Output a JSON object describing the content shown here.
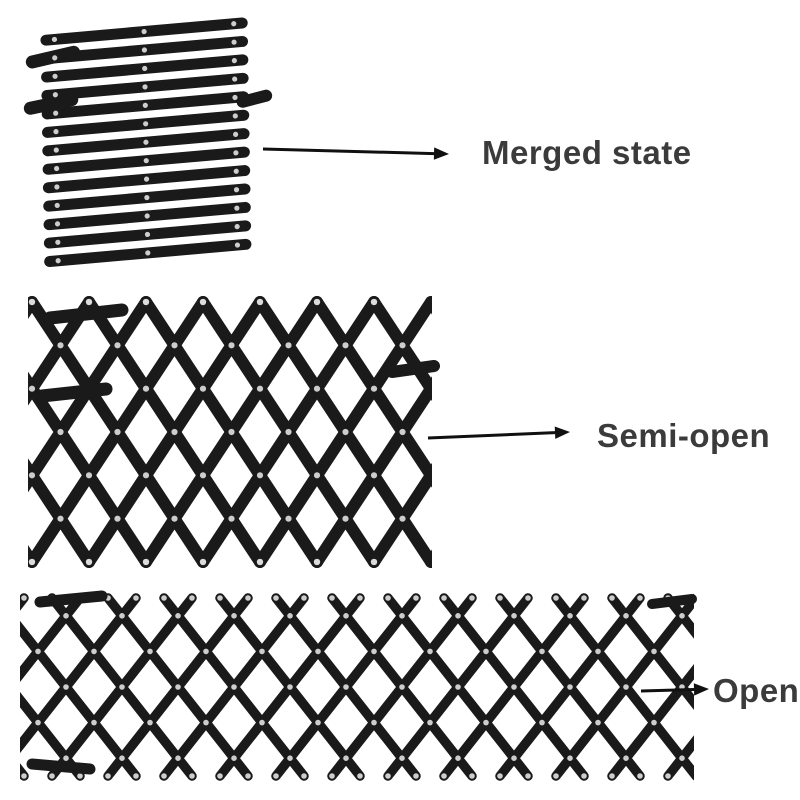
{
  "figure": {
    "states": [
      {
        "label": "Merged state"
      },
      {
        "label": "Semi-open"
      },
      {
        "label": "Open"
      }
    ]
  },
  "icons": {
    "arrow_1": "arrow-right-icon",
    "arrow_2": "arrow-right-icon",
    "arrow_3": "arrow-right-icon"
  },
  "colors": {
    "background": "#ffffff",
    "gate": "#1a1a1a",
    "rivet": "#dcdcdc",
    "arrow": "#101010",
    "label_text": "#3b3b3b"
  }
}
